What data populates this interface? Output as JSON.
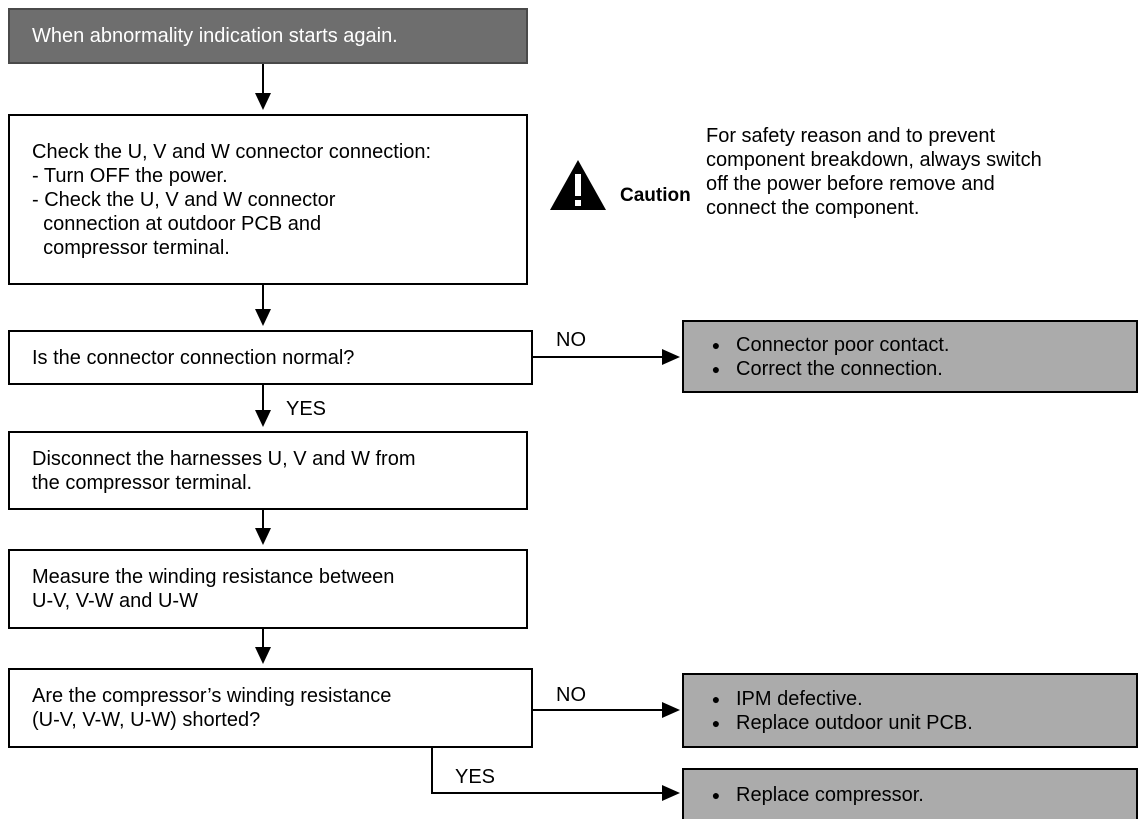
{
  "colors": {
    "header_fill": "#6e6e6e",
    "result_fill": "#ababab",
    "line": "#000000"
  },
  "header": {
    "text": "When abnormality indication starts again."
  },
  "check_box": {
    "lines": [
      "Check the U, V and W connector connection:",
      "- Turn OFF the power.",
      "- Check the U, V and W connector",
      "  connection at outdoor PCB and",
      "  compressor terminal."
    ]
  },
  "caution": {
    "icon": "warning-triangle-icon",
    "label": "Caution",
    "lines": [
      "For safety reason and to prevent",
      "component breakdown, always switch",
      "off the power before remove and",
      "connect the component."
    ]
  },
  "q1": {
    "lines": [
      "Is the connector connection normal?"
    ]
  },
  "q1_no_label": "NO",
  "q1_yes_label": "YES",
  "r1": {
    "items": [
      "Connector poor contact.",
      "Correct the connection."
    ]
  },
  "step_disconnect": {
    "lines": [
      "Disconnect the harnesses U, V and W from",
      "the compressor terminal."
    ]
  },
  "step_measure": {
    "lines": [
      "Measure the winding resistance between",
      "U-V, V-W and U-W"
    ]
  },
  "q2": {
    "lines": [
      "Are the compressor’s winding resistance",
      "(U-V, V-W, U-W) shorted?"
    ]
  },
  "q2_no_label": "NO",
  "q2_yes_label": "YES",
  "r2": {
    "items": [
      "IPM defective.",
      "Replace outdoor unit PCB."
    ]
  },
  "r3": {
    "items": [
      "Replace compressor."
    ]
  }
}
